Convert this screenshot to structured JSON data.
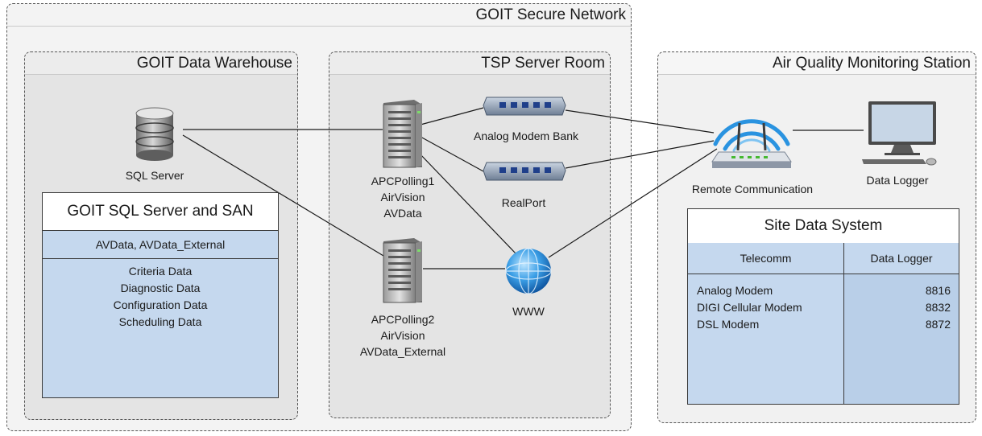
{
  "regions": {
    "outer": "GOIT Secure Network",
    "warehouse": "GOIT Data Warehouse",
    "tsp": "TSP Server Room",
    "aqms": "Air Quality Monitoring Station"
  },
  "nodes": {
    "sql_server": "SQL Server",
    "apc1": [
      "APCPolling1",
      "AirVision",
      "AVData"
    ],
    "apc2": [
      "APCPolling2",
      "AirVision",
      "AVData_External"
    ],
    "modem_bank": "Analog Modem Bank",
    "realport": "RealPort",
    "www": "WWW",
    "remote_comm": "Remote Communication",
    "data_logger": "Data Logger"
  },
  "sql_table": {
    "title": "GOIT SQL Server and SAN",
    "subtitle": "AVData, AVData_External",
    "items": [
      "Criteria Data",
      "Diagnostic Data",
      "Configuration Data",
      "Scheduling Data"
    ]
  },
  "site_table": {
    "title": "Site Data System",
    "col1_header": "Telecomm",
    "col2_header": "Data Logger",
    "rows": [
      {
        "telecomm": "Analog Modem",
        "logger": "8816"
      },
      {
        "telecomm": "DIGI Cellular Modem",
        "logger": "8832"
      },
      {
        "telecomm": "DSL Modem",
        "logger": "8872"
      }
    ]
  },
  "icons": {
    "sql_server": "database-icon",
    "apc1": "server-tower-icon",
    "apc2": "server-tower-icon",
    "modem_bank": "modem-icon",
    "realport": "modem-icon",
    "www": "globe-icon",
    "remote_comm": "wireless-router-icon",
    "data_logger": "desktop-computer-icon"
  },
  "connections": [
    [
      "SQL Server",
      "APCPolling1"
    ],
    [
      "SQL Server",
      "APCPolling2"
    ],
    [
      "APCPolling1",
      "Analog Modem Bank"
    ],
    [
      "APCPolling1",
      "RealPort"
    ],
    [
      "APCPolling1",
      "WWW"
    ],
    [
      "APCPolling2",
      "WWW"
    ],
    [
      "Analog Modem Bank",
      "Remote Communication"
    ],
    [
      "RealPort",
      "Remote Communication"
    ],
    [
      "WWW",
      "Remote Communication"
    ],
    [
      "Remote Communication",
      "Data Logger"
    ]
  ]
}
